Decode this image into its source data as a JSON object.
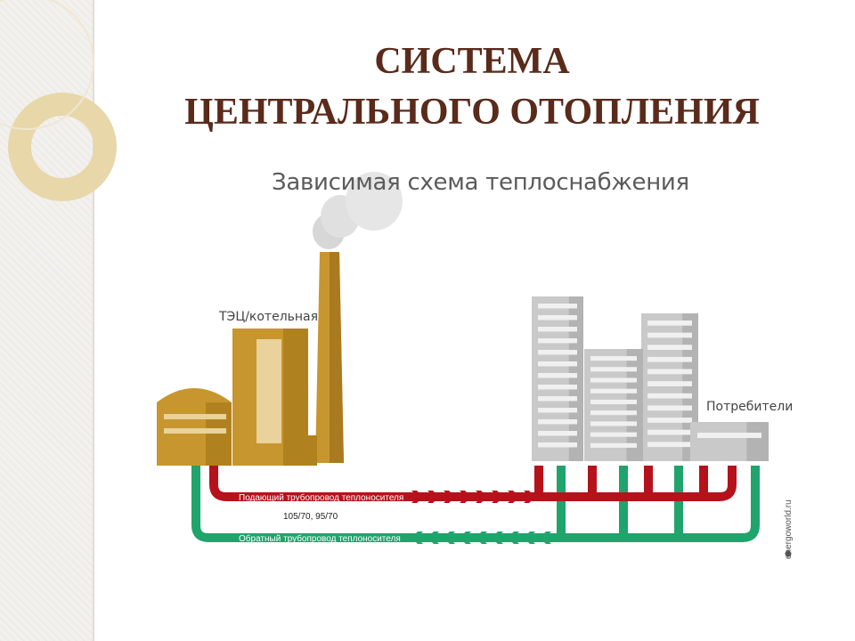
{
  "title": {
    "line1": "СИСТЕМА",
    "line2": "ЦЕНТРАЛЬНОГО ОТОПЛЕНИЯ"
  },
  "subtitle": "Зависимая схема теплоснабжения",
  "labels": {
    "plant": "ТЭЦ/котельная",
    "consumers": "Потребители",
    "supply_pipe": "Подающий трубопровод теплоносителя",
    "temperatures": "105/70, 95/70",
    "return_pipe": "Обратный трубопровод теплоносителя",
    "watermark": "energoworld.ru"
  },
  "colors": {
    "title": "#5a2a1b",
    "plant": "#c8962e",
    "supply": "#b5121b",
    "return": "#1fa46b",
    "building": "#c9c9c9"
  }
}
